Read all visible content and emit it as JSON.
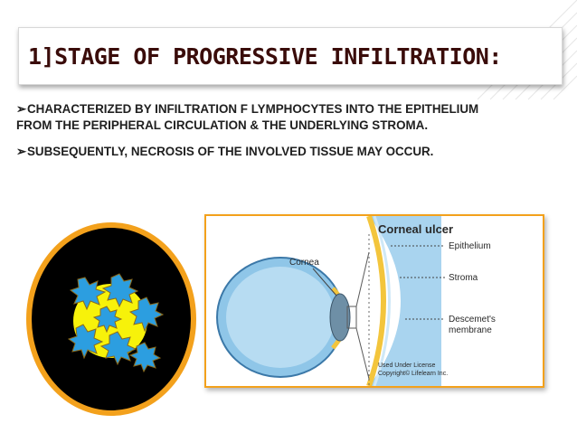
{
  "title": "1]STAGE OF PROGRESSIVE INFILTRATION:",
  "bullets": [
    "CHARACTERIZED BY INFILTRATION F LYMPHOCYTES INTO THE EPITHELIUM FROM THE PERIPHERAL CIRCULATION & THE UNDERLYING STROMA.",
    "SUBSEQUENTLY, NECROSIS OF THE INVOLVED TISSUE MAY OCCUR."
  ],
  "bullet_marker": "➢",
  "diagram": {
    "heading": "Corneal ulcer",
    "labels": {
      "cornea": "Cornea",
      "epithelium": "Epithelium",
      "stroma": "Stroma",
      "descemet_line1": "Descemet's",
      "descemet_line2": "membrane"
    },
    "credit_line1": "Used Under License",
    "credit_line2": "Copyright© Lifelearn Inc."
  },
  "colors": {
    "title_text": "#3a0c0a",
    "accent_orange": "#f3a11c",
    "cell_yellow": "#f7f20a",
    "cell_blue": "#2c9ee0",
    "eye_blue": "#8fc6e8"
  }
}
